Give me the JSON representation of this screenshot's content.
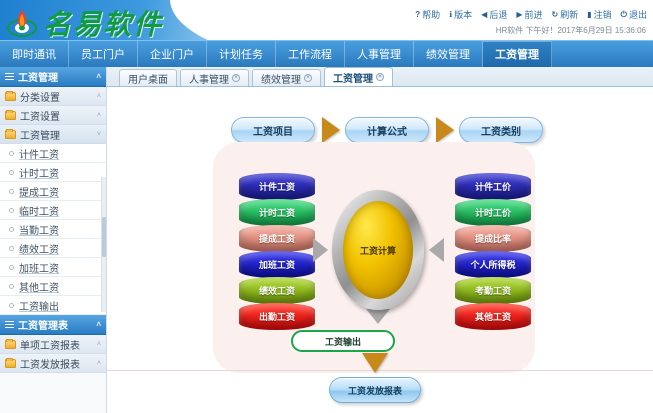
{
  "header": {
    "brand": "名易软件",
    "links": [
      {
        "glyph": "?",
        "label": "帮助",
        "name": "help"
      },
      {
        "glyph": "ℹ",
        "label": "版本",
        "name": "version"
      },
      {
        "glyph": "◀",
        "label": "后退",
        "name": "back"
      },
      {
        "glyph": "▶",
        "label": "前进",
        "name": "forward"
      },
      {
        "glyph": "↻",
        "label": "刷新",
        "name": "refresh"
      },
      {
        "glyph": "▮",
        "label": "注销",
        "name": "logoff"
      },
      {
        "glyph": "⏻",
        "label": "退出",
        "name": "exit"
      }
    ],
    "status": "HR软件 下午好！2017年6月29日 15:36:06"
  },
  "nav": {
    "items": [
      {
        "label": "即时通讯",
        "active": false
      },
      {
        "label": "员工门户",
        "active": false
      },
      {
        "label": "企业门户",
        "active": false
      },
      {
        "label": "计划任务",
        "active": false
      },
      {
        "label": "工作流程",
        "active": false
      },
      {
        "label": "人事管理",
        "active": false
      },
      {
        "label": "绩效管理",
        "active": false
      },
      {
        "label": "工资管理",
        "active": true
      }
    ]
  },
  "sidebar": {
    "group1": {
      "title": "工资管理",
      "caret": "˄"
    },
    "sub1": {
      "label": "分类设置",
      "caret": "˄"
    },
    "sub2": {
      "label": "工资设置",
      "caret": "˄"
    },
    "sub3": {
      "label": "工资管理",
      "caret": "˅"
    },
    "leaves": [
      "计件工资",
      "计时工资",
      "提成工资",
      "临时工资",
      "当勤工资",
      "绩效工资",
      "加班工资",
      "其他工资",
      "工资输出"
    ],
    "group2": {
      "title": "工资管理表",
      "caret": "˄"
    },
    "sub4": {
      "label": "单项工资报表",
      "caret": "˄"
    },
    "sub5": {
      "label": "工资发放报表",
      "caret": "˄"
    }
  },
  "tabs": [
    {
      "label": "用户桌面",
      "closable": false,
      "active": false
    },
    {
      "label": "人事管理",
      "closable": true,
      "active": false
    },
    {
      "label": "绩效管理",
      "closable": true,
      "active": false
    },
    {
      "label": "工资管理",
      "closable": true,
      "active": true
    }
  ],
  "diagram": {
    "top": [
      {
        "label": "工资项目"
      },
      {
        "label": "计算公式"
      },
      {
        "label": "工资类别"
      }
    ],
    "left_column": [
      {
        "label": "计件工资",
        "color": "#1f1f9e"
      },
      {
        "label": "计时工资",
        "color": "#18b356"
      },
      {
        "label": "提成工资",
        "color": "#e08878"
      },
      {
        "label": "加班工资",
        "color": "#1515c8"
      },
      {
        "label": "绩效工资",
        "color": "#8cb81a"
      },
      {
        "label": "出勤工资",
        "color": "#ef1111"
      }
    ],
    "right_column": [
      {
        "label": "计件工价",
        "color": "#1f1f9e"
      },
      {
        "label": "计时工价",
        "color": "#18b356"
      },
      {
        "label": "提成比率",
        "color": "#e08878"
      },
      {
        "label": "个人所得税",
        "color": "#1515c8"
      },
      {
        "label": "考勤工资",
        "color": "#8cb81a"
      },
      {
        "label": "其他工资",
        "color": "#ef1111"
      }
    ],
    "center": {
      "label": "工资计算"
    },
    "output": {
      "label": "工资输出"
    },
    "report": {
      "label": "工资发放报表"
    }
  }
}
